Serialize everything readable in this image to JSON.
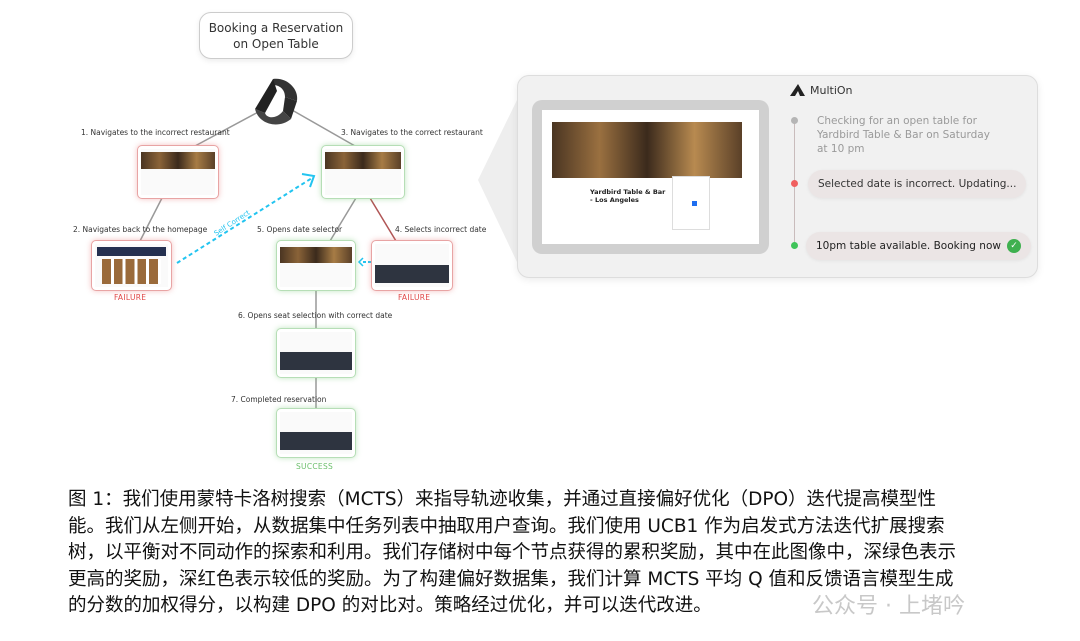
{
  "diagram": {
    "title": "Booking a Reservation on Open Table",
    "title_lines": [
      "Booking a Reservation",
      "on Open Table"
    ],
    "root_icon": "multion-logo-icon",
    "nodes": [
      {
        "label": "1. Navigates to the incorrect restaurant",
        "reward": "low"
      },
      {
        "label": "2. Navigates back to the homepage",
        "reward": "low",
        "status": "FAILURE"
      },
      {
        "label": "3. Navigates to the correct restaurant",
        "reward": "high"
      },
      {
        "label": "4. Selects incorrect date",
        "reward": "low",
        "status": "FAILURE"
      },
      {
        "label": "5. Opens date selector",
        "reward": "high"
      },
      {
        "label": "6. Opens seat selection with correct date",
        "reward": "high"
      },
      {
        "label": "7. Completed reservation",
        "reward": "high",
        "status": "SUCCESS"
      }
    ],
    "self_correct_label": "Self Correct",
    "colors": {
      "failure": "#e04848",
      "success": "#6cbf6c",
      "self_correct": "#22c4f0"
    }
  },
  "panel": {
    "app_name": "MultiOn",
    "page_title": "Yardbird Table & Bar - Los Angeles",
    "steps": [
      {
        "text": "Checking for an open table for Yardbird Table & Bar on Saturday at 10 pm",
        "state": "pending",
        "color": "#b5b5b5"
      },
      {
        "text": "Selected date is incorrect. Updating...",
        "state": "error",
        "color": "#f06060"
      },
      {
        "text": "10pm table available. Booking now",
        "state": "success",
        "color": "#3fc45a",
        "icon": "check-circle-icon"
      }
    ]
  },
  "caption": {
    "lines": [
      "图 1：我们使用蒙特卡洛树搜索（MCTS）来指导轨迹收集，并通过直接偏好优化（DPO）迭代提高模型性",
      "能。我们从左侧开始，从数据集中任务列表中抽取用户查询。我们使用 UCB1 作为启发式方法迭代扩展搜索",
      "树，以平衡对不同动作的探索和利用。我们存储树中每个节点获得的累积奖励，其中在此图像中，深绿色表示",
      "更高的奖励，深红色表示较低的奖励。为了构建偏好数据集，我们计算 MCTS 平均 Q 值和反馈语言模型生成",
      "的分数的加权得分，以构建 DPO 的对比对。策略经过优化，并可以迭代改进。"
    ]
  },
  "watermark": "公众号 · 上堵吟"
}
